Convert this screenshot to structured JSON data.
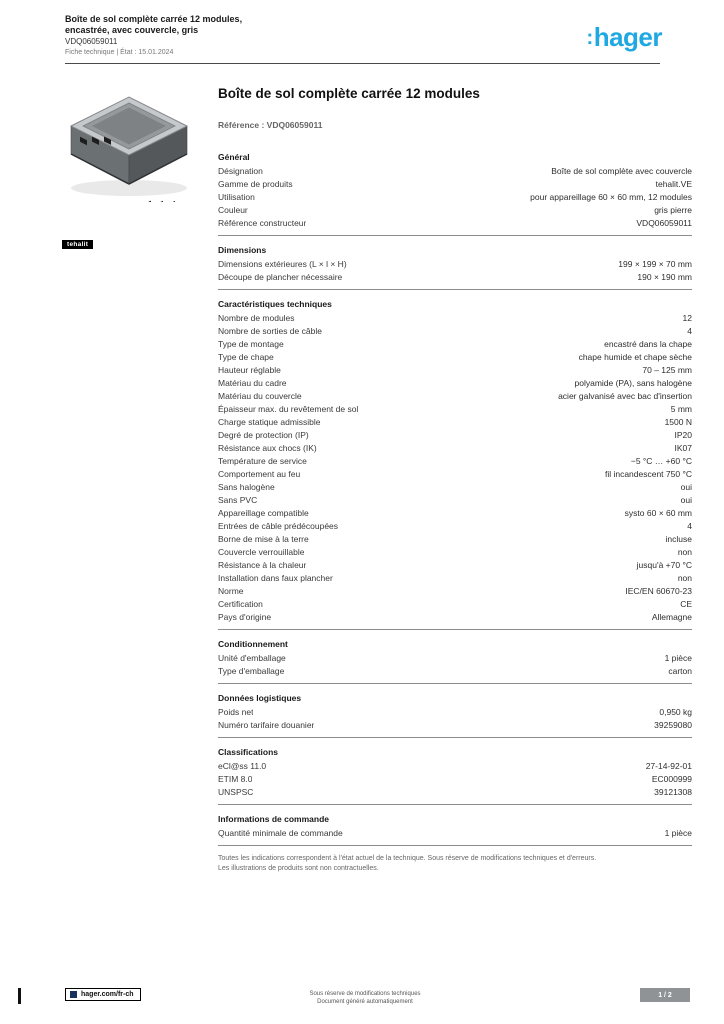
{
  "logo": {
    "prefix": ":",
    "text": "hager",
    "color": "#1FA8E1"
  },
  "header": {
    "title_line1": "Boîte de sol complète carrée 12 modules,",
    "title_line2": "encastrée, avec couvercle, gris",
    "reference": "VDQ06059011",
    "meta": "Fiche technique | État : 15.01.2024"
  },
  "product": {
    "brand_badge": "tehalit"
  },
  "main": {
    "title": "Boîte de sol complète carrée 12 modules",
    "subtitle": "Référence : VDQ06059011"
  },
  "sections": [
    {
      "title": "Général",
      "rows": [
        {
          "label": "Désignation",
          "value": "Boîte de sol complète avec couvercle"
        },
        {
          "label": "Gamme de produits",
          "value": "tehalit.VE"
        },
        {
          "label": "Utilisation",
          "value": "pour appareillage 60 × 60 mm, 12 modules"
        },
        {
          "label": "Couleur",
          "value": "gris pierre"
        },
        {
          "label": "Référence constructeur",
          "value": "VDQ06059011"
        }
      ]
    },
    {
      "title": "Dimensions",
      "rows": [
        {
          "label": "Dimensions extérieures (L × l × H)",
          "value": "199 × 199 × 70 mm"
        },
        {
          "label": "Découpe de plancher nécessaire",
          "value": "190 × 190 mm"
        }
      ]
    },
    {
      "title": "Caractéristiques techniques",
      "rows": [
        {
          "label": "Nombre de modules",
          "value": "12"
        },
        {
          "label": "Nombre de sorties de câble",
          "value": "4"
        },
        {
          "label": "Type de montage",
          "value": "encastré dans la chape"
        },
        {
          "label": "Type de chape",
          "value": "chape humide et chape sèche"
        },
        {
          "label": "Hauteur réglable",
          "value": "70 – 125 mm"
        },
        {
          "label": "Matériau du cadre",
          "value": "polyamide (PA), sans halogène"
        },
        {
          "label": "Matériau du couvercle",
          "value": "acier galvanisé avec bac d'insertion"
        },
        {
          "label": "Épaisseur max. du revêtement de sol",
          "value": "5 mm"
        },
        {
          "label": "Charge statique admissible",
          "value": "1500 N"
        },
        {
          "label": "Degré de protection (IP)",
          "value": "IP20"
        },
        {
          "label": "Résistance aux chocs (IK)",
          "value": "IK07"
        },
        {
          "label": "Température de service",
          "value": "−5 °C … +60 °C"
        },
        {
          "label": "Comportement au feu",
          "value": "fil incandescent 750 °C"
        },
        {
          "label": "Sans halogène",
          "value": "oui"
        },
        {
          "label": "Sans PVC",
          "value": "oui"
        },
        {
          "label": "Appareillage compatible",
          "value": "systo 60 × 60 mm"
        },
        {
          "label": "Entrées de câble prédécoupées",
          "value": "4"
        },
        {
          "label": "Borne de mise à la terre",
          "value": "incluse"
        },
        {
          "label": "Couvercle verrouillable",
          "value": "non"
        },
        {
          "label": "Résistance à la chaleur",
          "value": "jusqu'à +70 °C"
        },
        {
          "label": "Installation dans faux plancher",
          "value": "non"
        },
        {
          "label": "Norme",
          "value": "IEC/EN 60670-23"
        },
        {
          "label": "Certification",
          "value": "CE"
        },
        {
          "label": "Pays d'origine",
          "value": "Allemagne"
        }
      ]
    },
    {
      "title": "Conditionnement",
      "rows": [
        {
          "label": "Unité d'emballage",
          "value": "1 pièce"
        },
        {
          "label": "Type d'emballage",
          "value": "carton"
        }
      ]
    },
    {
      "title": "Données logistiques",
      "rows": [
        {
          "label": "Poids net",
          "value": "0,950 kg"
        },
        {
          "label": "Numéro tarifaire douanier",
          "value": "39259080"
        }
      ]
    },
    {
      "title": "Classifications",
      "rows": [
        {
          "label": "eCl@ss 11.0",
          "value": "27-14-92-01"
        },
        {
          "label": "ETIM 8.0",
          "value": "EC000999"
        },
        {
          "label": "UNSPSC",
          "value": "39121308"
        }
      ]
    },
    {
      "title": "Informations de commande",
      "rows": [
        {
          "label": "Quantité minimale de commande",
          "value": "1 pièce"
        }
      ]
    }
  ],
  "note": {
    "lines": [
      "Toutes les indications correspondent à l'état actuel de la technique. Sous réserve de modifications techniques et d'erreurs.",
      "Les illustrations de produits sont non contractuelles."
    ]
  },
  "footer": {
    "link_label": "hager.com/fr-ch",
    "center_line1": "Sous réserve de modifications techniques",
    "center_line2": "Document généré automatiquement",
    "page_badge": "1 / 2"
  }
}
